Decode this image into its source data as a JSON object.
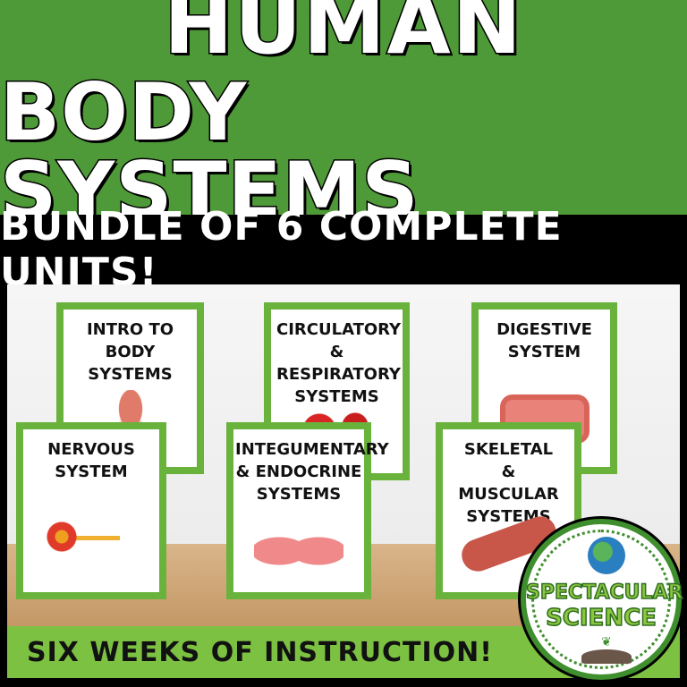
{
  "title": {
    "line1": "HUMAN",
    "line2": "BODY SYSTEMS"
  },
  "subtitle": "BUNDLE OF 6 COMPLETE UNITS!",
  "cards": [
    {
      "title": "INTRO TO BODY SYSTEMS",
      "icon": "body-organs-icon"
    },
    {
      "title": "CIRCULATORY & RESPIRATORY SYSTEMS",
      "icon": "red-blood-cells-icon"
    },
    {
      "title": "DIGESTIVE SYSTEM",
      "icon": "intestines-icon"
    },
    {
      "title": "NERVOUS SYSTEM",
      "icon": "neuron-icon"
    },
    {
      "title": "INTEGUMENTARY & ENDOCRINE SYSTEMS",
      "icon": "thyroid-icon"
    },
    {
      "title": "SKELETAL & MUSCULAR SYSTEMS",
      "icon": "bone-muscle-icon"
    }
  ],
  "footer": "SIX WEEKS OF INSTRUCTION!",
  "logo": {
    "line1": "SPECTACULAR",
    "line2": "SCIENCE"
  },
  "colors": {
    "header_green": "#4f9a38",
    "card_border": "#69b33d",
    "footer_green": "#7cc142"
  }
}
